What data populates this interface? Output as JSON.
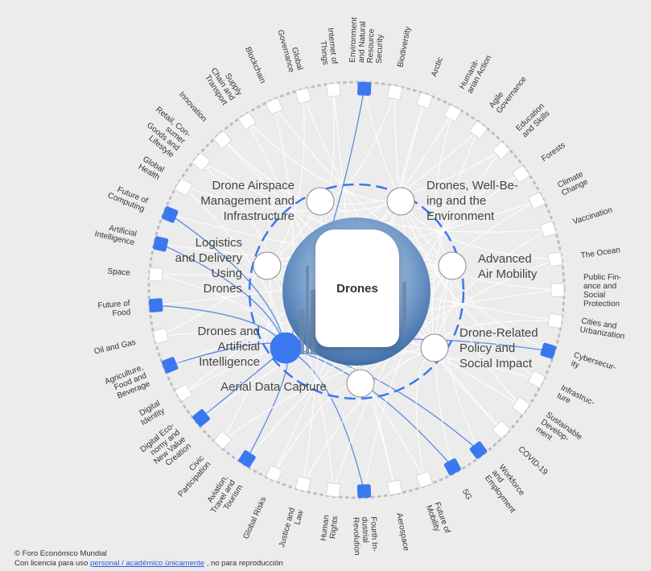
{
  "center": {
    "title": "Drones"
  },
  "colors": {
    "highlight": "#3b78f0",
    "node": "#ffffff",
    "dots": "#b8b8b8",
    "link": "#ffffff",
    "accent_link": "#4a7fe0"
  },
  "categories": [
    {
      "lines": [
        "Drone Airspace",
        "Management and",
        "Infrastructure"
      ],
      "highlighted": false
    },
    {
      "lines": [
        "Drones, Well-Be-",
        "ing and the",
        "Environment"
      ],
      "highlighted": false
    },
    {
      "lines": [
        "Advanced",
        "Air Mobility"
      ],
      "highlighted": false
    },
    {
      "lines": [
        "Drone-Related",
        "Policy and",
        "Social Impact"
      ],
      "highlighted": false
    },
    {
      "lines": [
        "Aerial Data Capture"
      ],
      "highlighted": false
    },
    {
      "lines": [
        "Drones and",
        "Artificial",
        "Intelligence"
      ],
      "highlighted": true
    },
    {
      "lines": [
        "Logistics",
        "and Delivery",
        "Using",
        "Drones"
      ],
      "highlighted": false
    }
  ],
  "topics": [
    {
      "lines": [
        "Biodiversity"
      ],
      "highlighted": false
    },
    {
      "lines": [
        "Arctic"
      ],
      "highlighted": false
    },
    {
      "lines": [
        "Humanit-",
        "arian Action"
      ],
      "highlighted": false
    },
    {
      "lines": [
        "Agile",
        "Governance"
      ],
      "highlighted": false
    },
    {
      "lines": [
        "Education",
        "and Skills"
      ],
      "highlighted": false
    },
    {
      "lines": [
        "Forests"
      ],
      "highlighted": false
    },
    {
      "lines": [
        "Climate",
        "Change"
      ],
      "highlighted": false
    },
    {
      "lines": [
        "Vaccination"
      ],
      "highlighted": false
    },
    {
      "lines": [
        "The Ocean"
      ],
      "highlighted": false
    },
    {
      "lines": [
        "Public Fin-",
        "ance and",
        "Social",
        "Protection"
      ],
      "highlighted": false
    },
    {
      "lines": [
        "Cities and",
        "Urbanization"
      ],
      "highlighted": false
    },
    {
      "lines": [
        "Cybersecur-",
        "ity"
      ],
      "highlighted": true
    },
    {
      "lines": [
        "Infrastruc-",
        "ture"
      ],
      "highlighted": false
    },
    {
      "lines": [
        "Sustainable",
        "Develop-",
        "ment"
      ],
      "highlighted": false
    },
    {
      "lines": [
        "COVID-19"
      ],
      "highlighted": false
    },
    {
      "lines": [
        "Workforce",
        "and",
        "Employment"
      ],
      "highlighted": true
    },
    {
      "lines": [
        "5G"
      ],
      "highlighted": true
    },
    {
      "lines": [
        "Future of",
        "Mobility"
      ],
      "highlighted": false
    },
    {
      "lines": [
        "Aerospace"
      ],
      "highlighted": false
    },
    {
      "lines": [
        "Fourth In-",
        "dustrial",
        "Revolution"
      ],
      "highlighted": true
    },
    {
      "lines": [
        "Human",
        "Rights"
      ],
      "highlighted": false
    },
    {
      "lines": [
        "Justice and",
        "Law"
      ],
      "highlighted": false
    },
    {
      "lines": [
        "Global Risks"
      ],
      "highlighted": false
    },
    {
      "lines": [
        "Aviation,",
        "Travel and",
        "Tourism"
      ],
      "highlighted": true
    },
    {
      "lines": [
        "Civic",
        "Participation"
      ],
      "highlighted": false
    },
    {
      "lines": [
        "Digital Eco-",
        "nomy and",
        "New Value",
        "Creation"
      ],
      "highlighted": true
    },
    {
      "lines": [
        "Digital",
        "Identity"
      ],
      "highlighted": false
    },
    {
      "lines": [
        "Agriculture,",
        "Food and",
        "Beverage"
      ],
      "highlighted": true
    },
    {
      "lines": [
        "Oil and Gas"
      ],
      "highlighted": false
    },
    {
      "lines": [
        "Future of",
        "Food"
      ],
      "highlighted": true
    },
    {
      "lines": [
        "Space"
      ],
      "highlighted": false
    },
    {
      "lines": [
        "Artificial",
        "Intelligence"
      ],
      "highlighted": true
    },
    {
      "lines": [
        "Future of",
        "Computing"
      ],
      "highlighted": true
    },
    {
      "lines": [
        "Global",
        "Health"
      ],
      "highlighted": false
    },
    {
      "lines": [
        "Retail, Con-",
        "sumer",
        "Goods and",
        "Lifestyle"
      ],
      "highlighted": false
    },
    {
      "lines": [
        "Innovation"
      ],
      "highlighted": false
    },
    {
      "lines": [
        "Supply",
        "Chain and",
        "Transport"
      ],
      "highlighted": false
    },
    {
      "lines": [
        "Blockchain"
      ],
      "highlighted": false
    },
    {
      "lines": [
        "Global",
        "Governance"
      ],
      "highlighted": false
    },
    {
      "lines": [
        "Internet of",
        "Things"
      ],
      "highlighted": false
    },
    {
      "lines": [
        "Environment",
        "and Natural",
        "Resource",
        "Security"
      ],
      "highlighted": true
    }
  ],
  "footer": {
    "line1": "© Foro Económico Mundial",
    "line2_prefix": "Con licencia para uso ",
    "line2_link": "personal / académico únicamente",
    "line2_suffix": " , no para reproducción"
  }
}
